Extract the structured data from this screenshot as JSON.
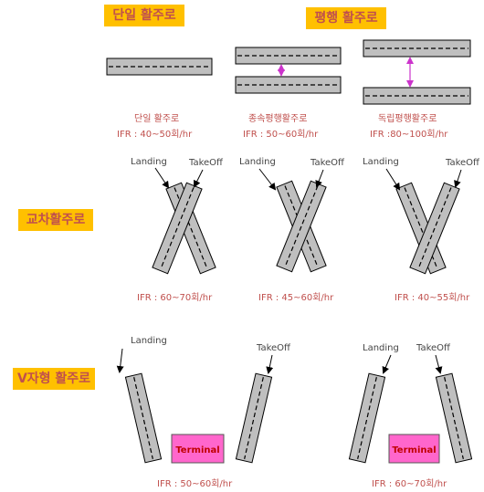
{
  "headings": {
    "single": "단일 활주로",
    "parallel": "평행 활주로",
    "crossing": "교차활주로",
    "v_shape": "V자형 활주로"
  },
  "row1": {
    "single": {
      "name": "단일 활주로",
      "ifr": "IFR : 40~50회/hr"
    },
    "dependent": {
      "name": "종속평행활주로",
      "ifr": "IFR : 50~60회/hr"
    },
    "independent": {
      "name": "독립평행활주로",
      "ifr": "IFR :80~100회/hr"
    }
  },
  "row2": {
    "landing": "Landing",
    "takeoff": "TakeOff",
    "ifr": [
      "IFR : 60~70회/hr",
      "IFR : 45~60회/hr",
      "IFR : 40~55회/hr"
    ]
  },
  "row3": {
    "landing": "Landing",
    "takeoff": "TakeOff",
    "terminal": "Terminal",
    "ifr": [
      "IFR : 50~60회/hr",
      "IFR : 60~70회/hr"
    ]
  },
  "colors": {
    "badge_bg": "#ffc000",
    "label_text": "#c0504d",
    "runway_fill": "#bfbfbf",
    "separation_arrow": "#cc33cc",
    "terminal_fill": "#ff66cc"
  }
}
